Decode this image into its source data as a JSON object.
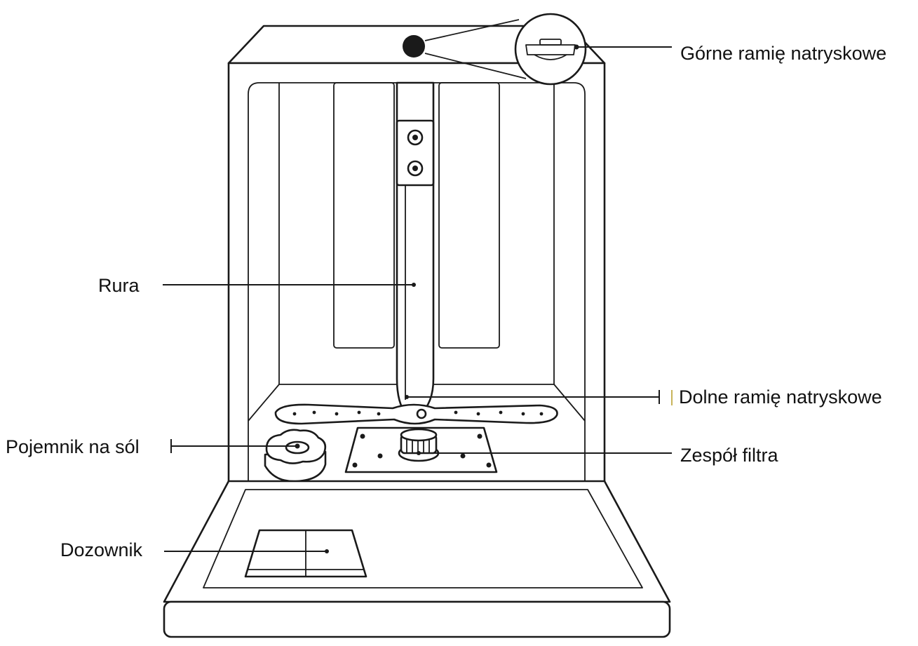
{
  "labels": {
    "upper_spray_arm": "Górne ramię natryskowe",
    "pipe": "Rura",
    "lower_spray_arm": "Dolne ramię natryskowe",
    "salt_container": "Pojemnik na sól",
    "filter_assembly": "Zespół filtra",
    "dispenser": "Dozownik"
  },
  "colors": {
    "line": "#1a1a1a",
    "marker_accent": "#c8b45a"
  }
}
